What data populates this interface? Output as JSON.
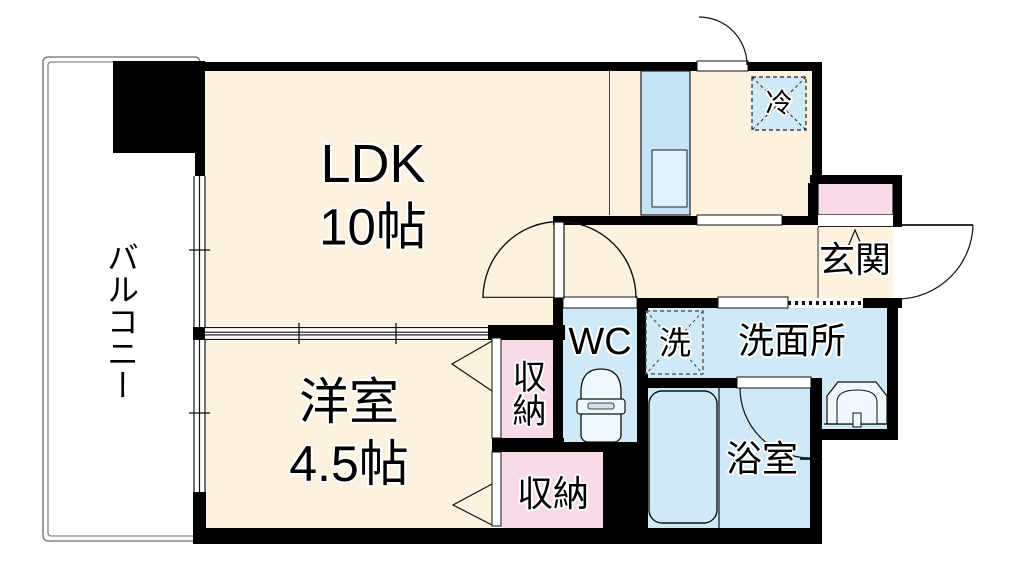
{
  "floorplan": {
    "rooms": {
      "ldk": {
        "label": "LDK",
        "size": "10帖"
      },
      "western_room": {
        "label": "洋室",
        "size": "4.5帖"
      },
      "balcony": {
        "label": "バルコニー"
      },
      "toilet": {
        "label": "WC"
      },
      "laundry": {
        "label": "洗"
      },
      "washroom": {
        "label": "洗面所"
      },
      "bathroom": {
        "label": "浴室"
      },
      "entrance": {
        "label": "玄関"
      },
      "refrigerator": {
        "label": "冷"
      },
      "storage_side": {
        "label": "収納"
      },
      "storage_bottom": {
        "label": "収納"
      }
    },
    "colors": {
      "floor_cream": "#FCF2DF",
      "wet_area_blue": "#CFE9F6",
      "counter_blue": "#C6E4F5",
      "appliance_blue": "#CFE9F6",
      "storage_pink": "#F9DAE8",
      "fixture_white": "#EFF8FD",
      "wall_black": "#000000"
    }
  }
}
